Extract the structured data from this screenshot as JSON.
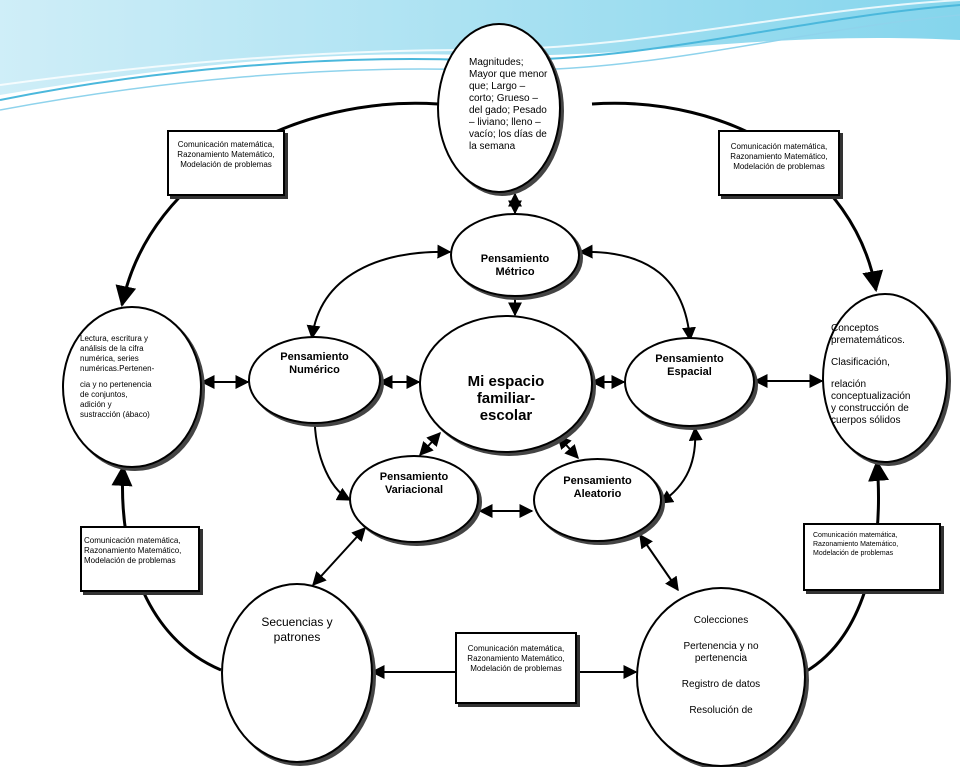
{
  "center": {
    "lines": [
      "Mi espacio",
      "familiar-",
      "escolar"
    ]
  },
  "thinking": {
    "metrico": [
      "Pensamiento",
      "Métrico"
    ],
    "numerico": [
      "Pensamiento",
      "Numérico"
    ],
    "espacial": [
      "Pensamiento",
      "Espacial"
    ],
    "variacional": [
      "Pensamiento",
      "Variacional"
    ],
    "aleatorio": [
      "Pensamiento",
      "Aleatorio"
    ]
  },
  "outer": {
    "top": [
      "Magnitudes;",
      "Mayor que menor",
      "que; Largo –",
      "corto; Grueso –",
      "del gado; Pesado",
      "– liviano; lleno –",
      "vacío; los días de",
      "la semana"
    ],
    "right": [
      "Conceptos",
      "prematemáticos.",
      "Clasificación,",
      "relación",
      "conceptualización",
      "y construcción de",
      "cuerpos sólidos"
    ],
    "left": [
      "Lectura, escritura y",
      "análisis de la cifra",
      "numérica, series",
      "numéricas.Pertenen-",
      "cia y no pertenencia",
      "de conjuntos,",
      "adición y",
      "sustracción (ábaco)"
    ],
    "bottom_left": [
      "Secuencias y",
      "patrones"
    ],
    "bottom_right": [
      "Colecciones",
      "Pertenencia y no",
      "pertenencia",
      "Registro de datos",
      "Resolución de"
    ]
  },
  "competence": {
    "lines": [
      "Comunicación matemática,",
      "Razonamiento Matemático,",
      "Modelación de problemas"
    ]
  }
}
